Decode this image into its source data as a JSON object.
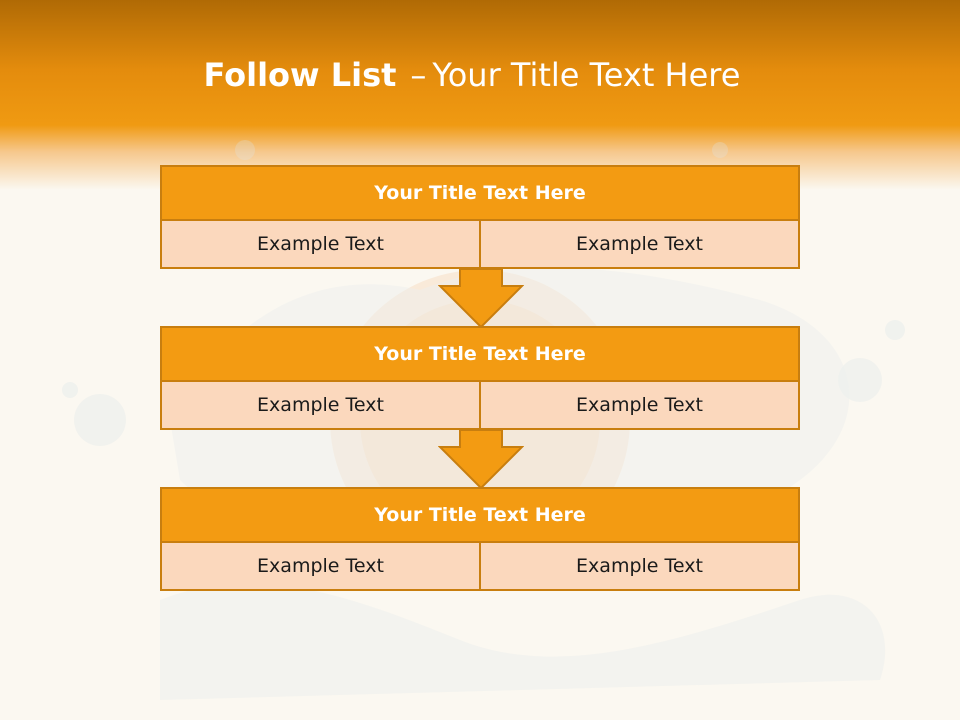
{
  "slide": {
    "title_bold": "Follow List",
    "title_sep": "–",
    "title_rest": "Your Title Text Here"
  },
  "blocks": [
    {
      "title": "Your Title Text Here",
      "cells": [
        "Example Text",
        "Example Text"
      ]
    },
    {
      "title": "Your Title Text Here",
      "cells": [
        "Example Text",
        "Example Text"
      ]
    },
    {
      "title": "Your Title Text Here",
      "cells": [
        "Example Text",
        "Example Text"
      ]
    }
  ],
  "colors": {
    "header": "#f09a12",
    "block_title": "#f39b12",
    "block_cell": "#fbd8bd",
    "border": "#c87e0f"
  },
  "icons": [
    "down-arrow-icon",
    "orange-splash-image"
  ]
}
